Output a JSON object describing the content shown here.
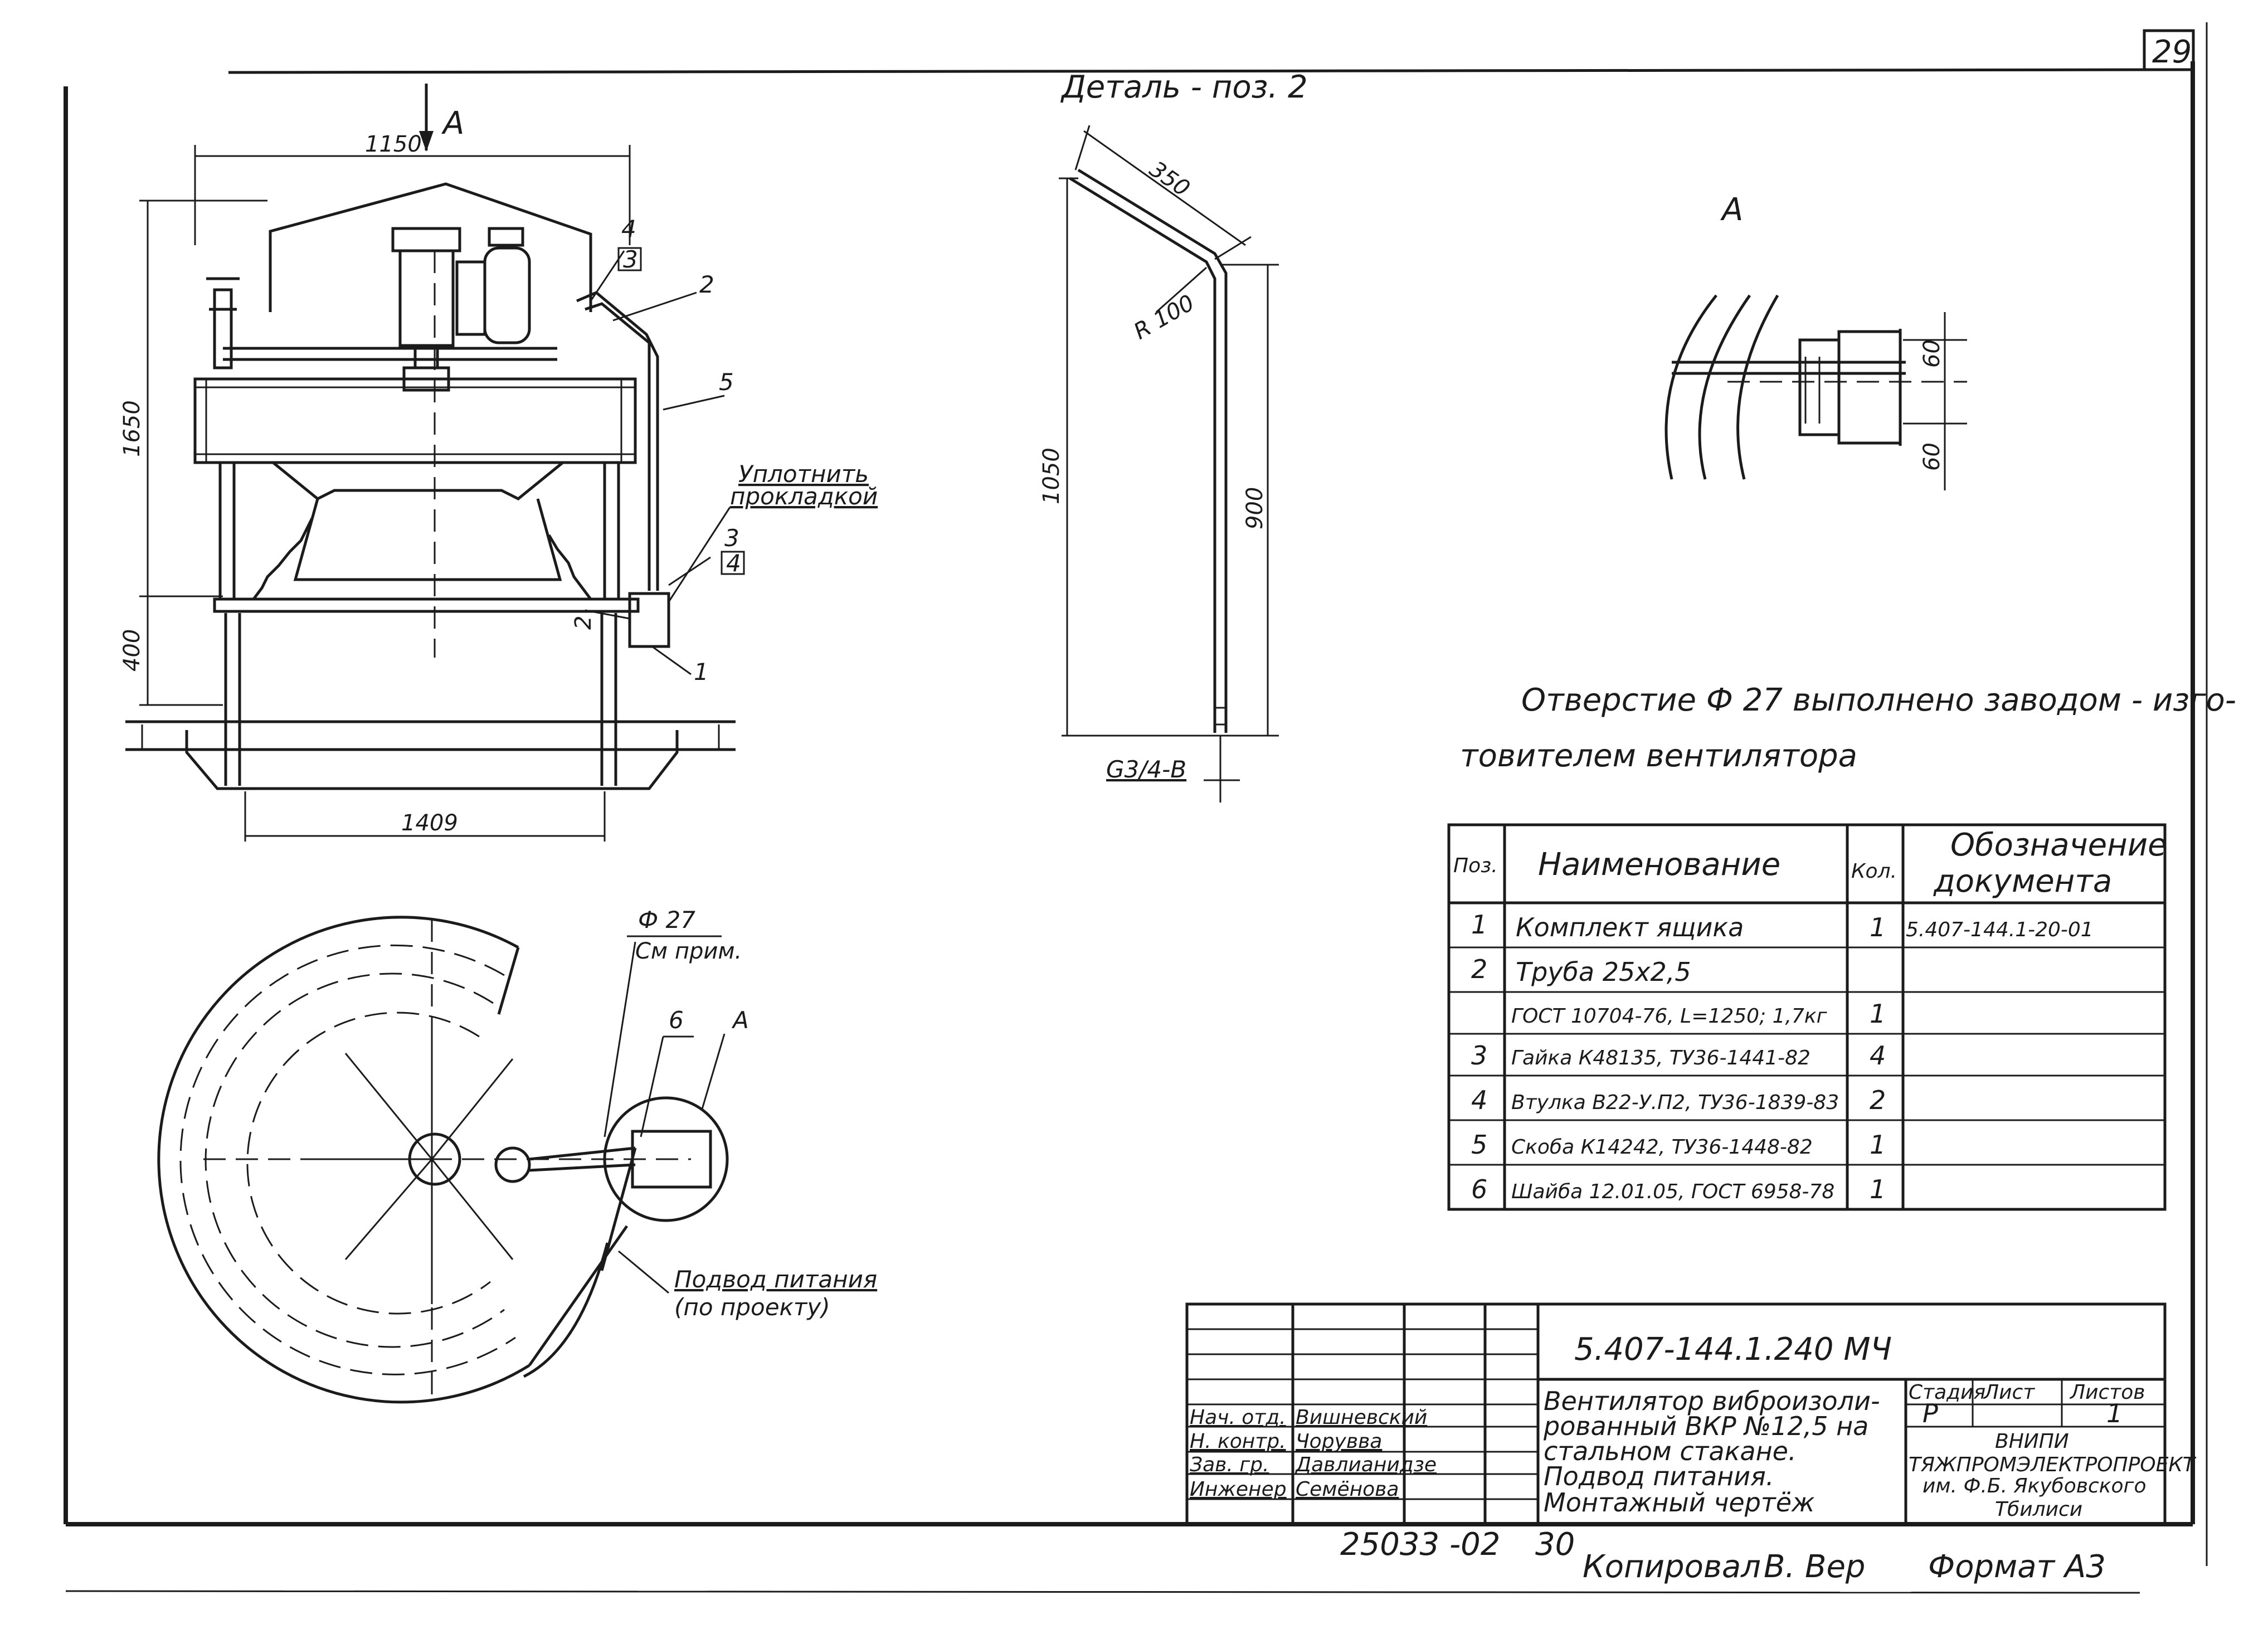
{
  "sheet": {
    "number": "29",
    "copied_by": "Копировал",
    "format": "Формат А3",
    "inventory": "25033 -02",
    "inventory_suffix": "30",
    "signature": "В. Вер"
  },
  "front_view": {
    "view_arrow_letter": "А",
    "dim_top": "1150",
    "dim_height": "1650",
    "dim_base": "400",
    "dim_bottom": "1409",
    "dim_small": "2",
    "callouts": [
      "2",
      "3",
      "4",
      "5",
      "3",
      "4",
      "1"
    ],
    "seal_note_line1": "Уплотнить",
    "seal_note_line2": "прокладкой"
  },
  "detail": {
    "title": "Деталь - поз. 2",
    "dim_top": "350",
    "radius": "R 100",
    "dim_height": "1050",
    "dim_lower": "900",
    "thread": "G3/4-В"
  },
  "view_a": {
    "title": "А",
    "dim_1": "60",
    "dim_2": "60"
  },
  "plan_view": {
    "hole_label": "Ф 27",
    "hole_note": "См прим.",
    "callout_6": "6",
    "callout_a": "А",
    "power_note_line1": "Подвод питания",
    "power_note_line2": "(по проекту)"
  },
  "note": {
    "line1": "Отверстие  Ф 27  выполнено  заводом - изго-",
    "line2": "товителем  вентилятора"
  },
  "spec_table": {
    "headers": {
      "pos": "Поз.",
      "name": "Наименование",
      "qty": "Кол.",
      "doc_line1": "Обозначение",
      "doc_line2": "документа"
    },
    "rows": [
      {
        "pos": "1",
        "name": "Комплект ящика",
        "qty": "1",
        "doc": "5.407-144.1-20-01"
      },
      {
        "pos": "2",
        "name": "Труба 25х2,5",
        "qty": "",
        "doc": ""
      },
      {
        "pos": "",
        "name": "ГОСТ 10704-76, L=1250; 1,7кг",
        "qty": "1",
        "doc": ""
      },
      {
        "pos": "3",
        "name": "Гайка К48135, ТУ36-1441-82",
        "qty": "4",
        "doc": ""
      },
      {
        "pos": "4",
        "name": "Втулка В22-У.П2, ТУ36-1839-83",
        "qty": "2",
        "doc": ""
      },
      {
        "pos": "5",
        "name": "Скоба К14242, ТУ36-1448-82",
        "qty": "1",
        "doc": ""
      },
      {
        "pos": "6",
        "name": "Шайба 12.01.05, ГОСТ 6958-78",
        "qty": "1",
        "doc": ""
      }
    ]
  },
  "title_block": {
    "code": "5.407-144.1.240 МЧ",
    "description_lines": [
      "Вентилятор виброизоли-",
      "рованный ВКР №12,5 на",
      "стальном стакане.",
      "Подвод питания.",
      "Монтажный чертёж"
    ],
    "stage_label": "Стадия",
    "sheet_label": "Лист",
    "sheets_label": "Листов",
    "stage_value": "Р",
    "sheet_value": "",
    "sheets_value": "1",
    "org_lines": [
      "ВНИПИ",
      "ТЯЖПРОМЭЛЕКТРОПРОЕКТ",
      "им. Ф.Б. Якубовского",
      "Тбилиси"
    ],
    "signatures": [
      {
        "role": "Нач. отд.",
        "name": "Вишневский"
      },
      {
        "role": "Н. контр.",
        "name": "Чорувва"
      },
      {
        "role": "Зав. гр.",
        "name": "Давлианидзе"
      },
      {
        "role": "Инженер",
        "name": "Семёнова"
      }
    ]
  }
}
